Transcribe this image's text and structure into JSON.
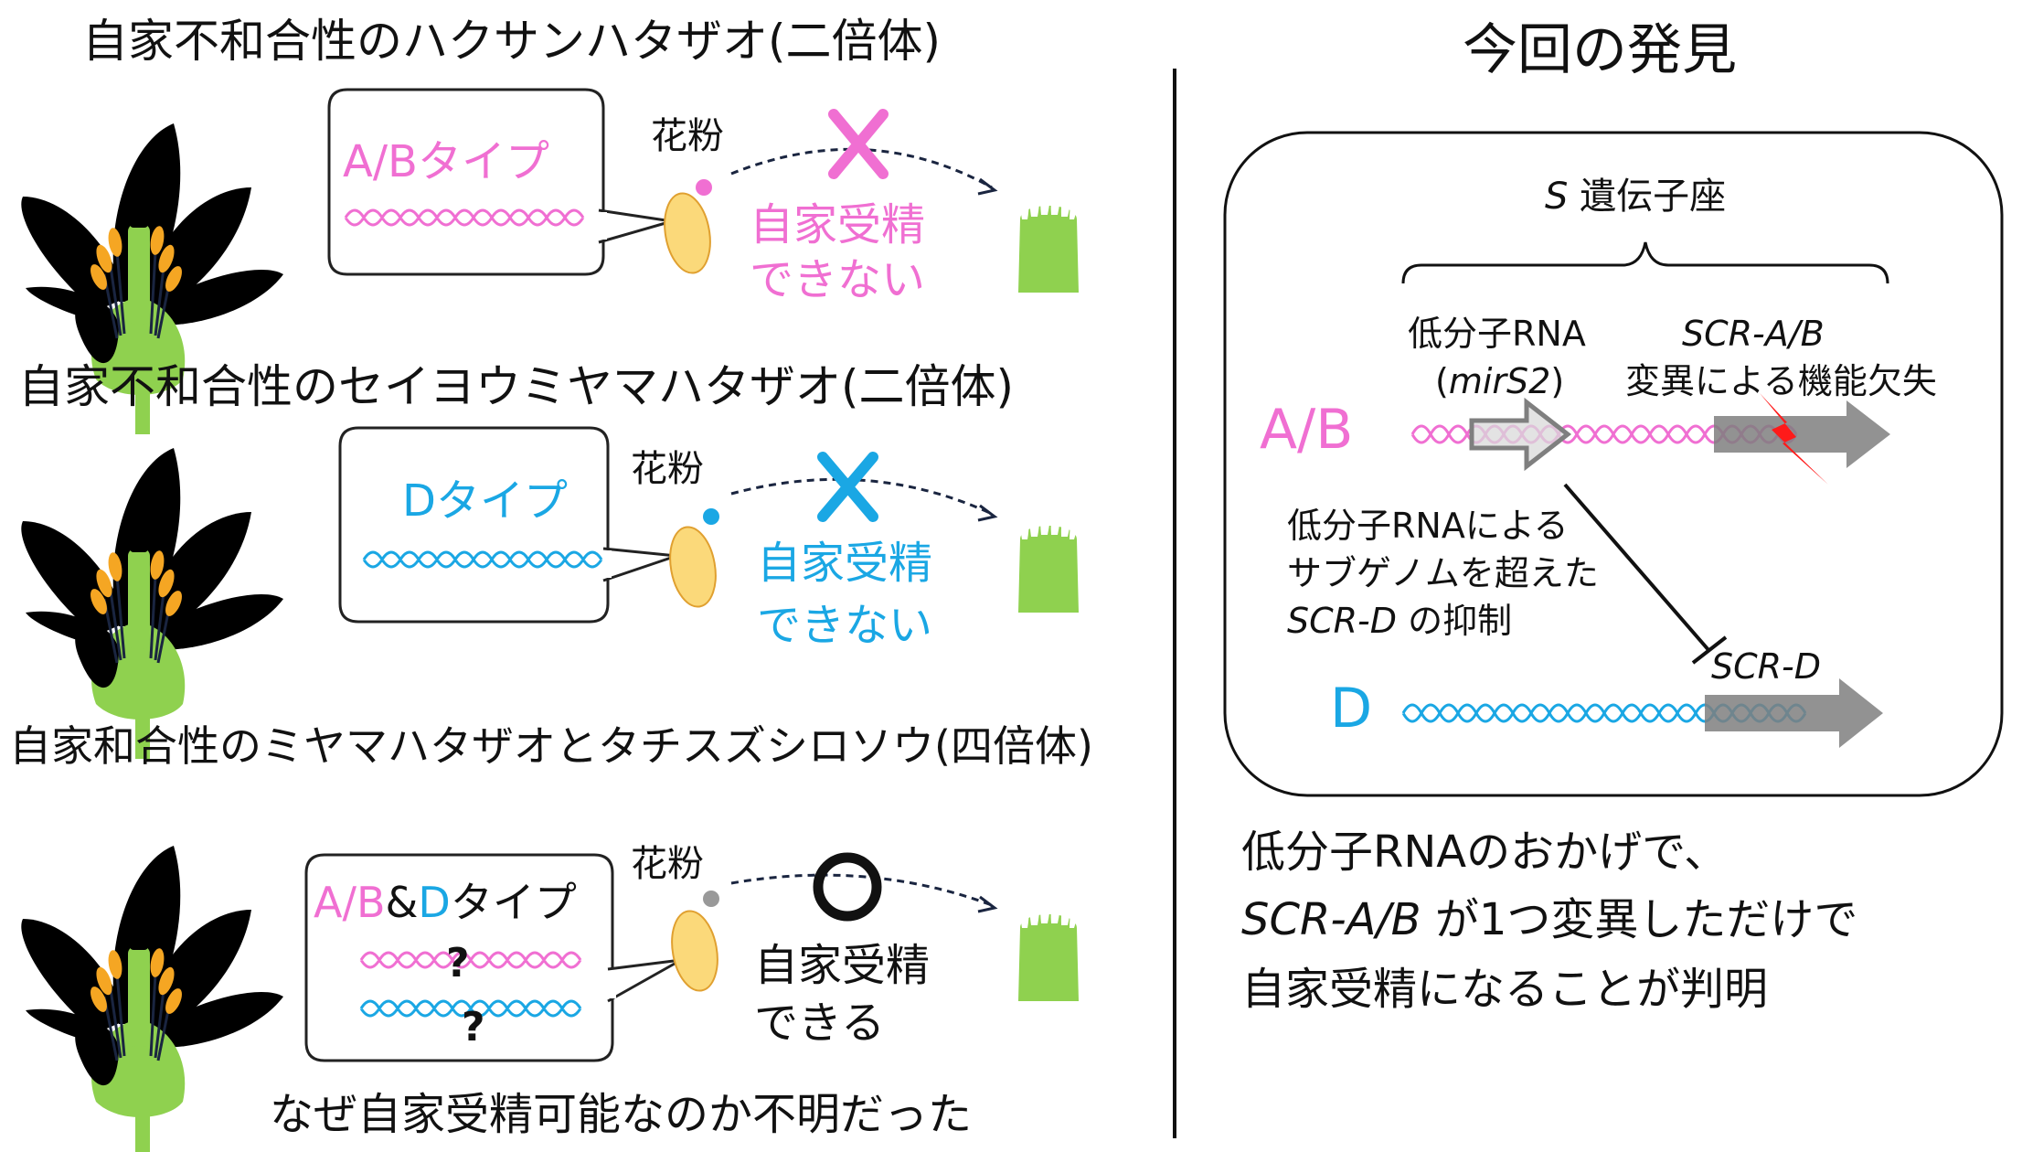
{
  "colors": {
    "pink": "#f06fd2",
    "blue": "#1aa7e4",
    "green": "#8fd14f",
    "orange": "#f5a623",
    "pollen": "#fbd97a",
    "gray_pollen": "#999999",
    "red": "#ff1a1a",
    "arrow_gray": "#7f7f7f"
  },
  "left": {
    "row1": {
      "heading": "自家不和合性のハクサンハタザオ(二倍体)",
      "bubble_type": "A/Bタイプ",
      "pollen_label": "花粉",
      "cross_mark": "✕",
      "result_line1": "自家受精",
      "result_line2": "できない",
      "flower_icon": "flower-pink-icon",
      "pistil_icon": "pistil-pink-icon"
    },
    "row2": {
      "heading": "自家不和合性のセイヨウミヤマハタザオ(二倍体)",
      "bubble_type": "Dタイプ",
      "pollen_label": "花粉",
      "cross_mark": "✕",
      "result_line1": "自家受精",
      "result_line2": "できない",
      "flower_icon": "flower-blue-icon",
      "pistil_icon": "pistil-blue-icon"
    },
    "row3": {
      "heading": "自家和合性のミヤマハタザオとタチスズシロソウ(四倍体)",
      "bubble_type_ab": "A/B",
      "bubble_type_amp": "&",
      "bubble_type_d": "D",
      "bubble_type_suffix": "タイプ",
      "question_mark": "?",
      "pollen_label": "花粉",
      "result_line1": "自家受精",
      "result_line2": "できる",
      "footer": "なぜ自家受精可能なのか不明だった",
      "flower_icon": "flower-gray-icon",
      "pistil_icon": "pistil-gray-icon"
    }
  },
  "right": {
    "title": "今回の発見",
    "locus_label_italic": "S",
    "locus_label_rest": " 遺伝子座",
    "ab_label": "A/B",
    "d_label": "D",
    "small_rna_line1": "低分子RNA",
    "small_rna_line2_open": "(",
    "small_rna_line2_name": "mirS2",
    "small_rna_line2_close": ")",
    "scr_ab_name": "SCR-A/B",
    "scr_ab_desc": "変異による機能欠失",
    "suppression_line1": "低分子RNAによる",
    "suppression_line2": "サブゲノムを超えた",
    "suppression_line3_name": "SCR-D",
    "suppression_line3_rest": " の抑制",
    "scr_d_name": "SCR-D",
    "conclusion_line1": "低分子RNAのおかげで、",
    "conclusion_line2_name": "SCR-A/B",
    "conclusion_line2_rest": " が1つ変異しただけで",
    "conclusion_line3": "自家受精になることが判明"
  }
}
